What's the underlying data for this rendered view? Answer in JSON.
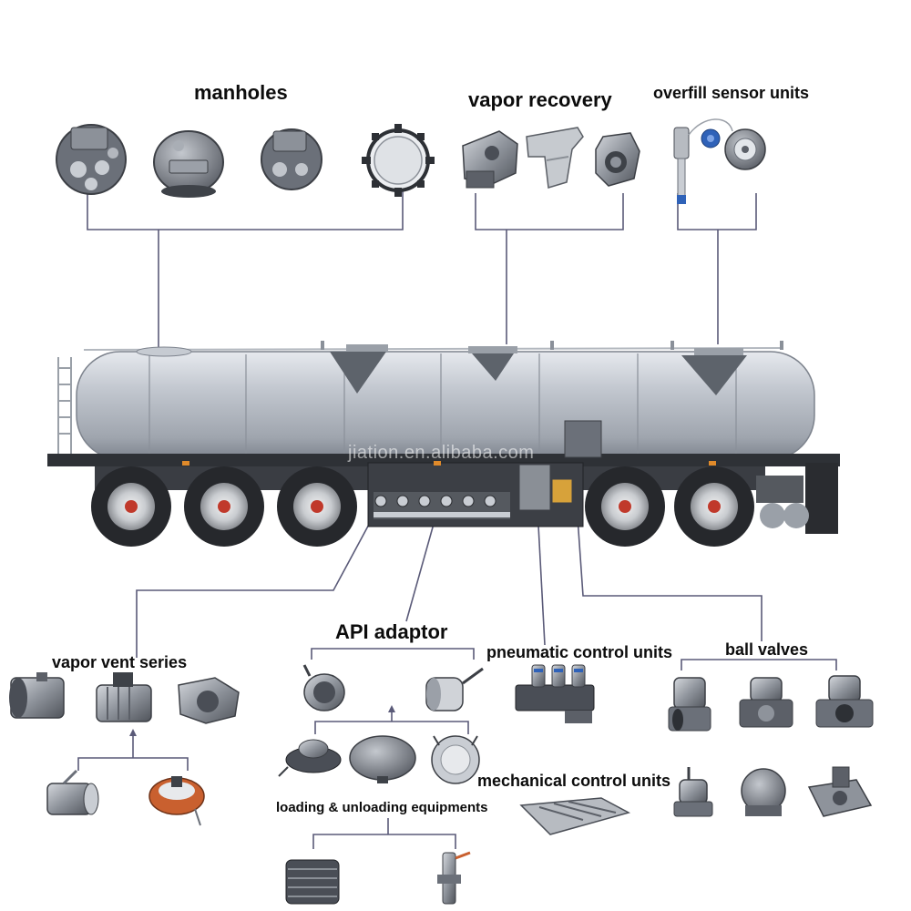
{
  "labels": {
    "manholes": "manholes",
    "vapor_recovery": "vapor recovery",
    "overfill_sensor_units": "overfill sensor units",
    "api_adaptor": "API adaptor",
    "vapor_vent_series": "vapor vent series",
    "pneumatic_control_units": "pneumatic control units",
    "ball_valves": "ball valves",
    "mechanical_control_units": "mechanical control units",
    "loading_unloading_equipments": "loading & unloading equipments"
  },
  "watermark": "jiation.en.alibaba.com",
  "colors": {
    "connector": "#5a5a78",
    "tank_body": "#b9bec6",
    "tank_shadow": "#8c929c",
    "part_metal": "#8d929a",
    "part_dark": "#4a4e56",
    "accent_blue": "#2f62b8",
    "accent_orange": "#c9602f",
    "tire": "#26282c"
  }
}
